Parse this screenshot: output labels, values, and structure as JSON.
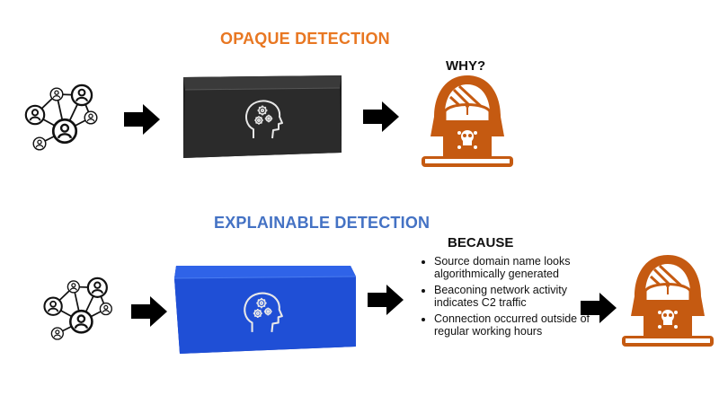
{
  "colors": {
    "opaque_title": "#E87722",
    "explainable_title": "#4472C4",
    "hacker": "#C55A11",
    "opaque_box": "#2B2B2B",
    "explainable_box": "#1F4FD6"
  },
  "top": {
    "title": "OPAQUE DETECTION",
    "question": "WHY?"
  },
  "bottom": {
    "title": "EXPLAINABLE DETECTION",
    "because_title": "BECAUSE",
    "reasons": [
      "Source domain name looks algorithmically generated",
      "Beaconing network activity indicates C2 traffic",
      "Connection occurred outside of regular working hours"
    ]
  },
  "icons": {
    "network": "user-network-icon",
    "arrow": "right-arrow-icon",
    "brain": "brain-gears-icon",
    "hacker": "hooded-hacker-icon"
  }
}
